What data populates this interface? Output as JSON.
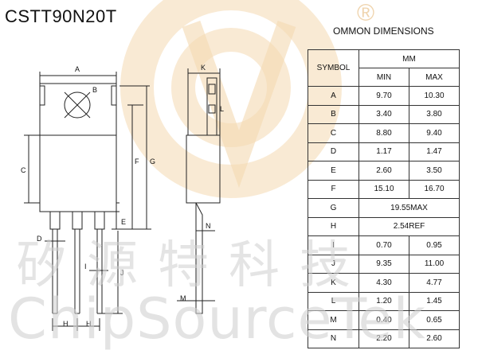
{
  "title": "CSTT90N20T",
  "dimensions_title": "OMMON DIMENSIONS",
  "watermark": {
    "chinese": "矽源特科技",
    "english": "ChipSourceTek",
    "registered": "®"
  },
  "table": {
    "symbol_header": "SYMBOL",
    "unit_header": "MM",
    "min_header": "MIN",
    "max_header": "MAX",
    "rows": [
      {
        "symbol": "A",
        "min": "9.70",
        "max": "10.30"
      },
      {
        "symbol": "B",
        "min": "3.40",
        "max": "3.80"
      },
      {
        "symbol": "C",
        "min": "8.80",
        "max": "9.40"
      },
      {
        "symbol": "D",
        "min": "1.17",
        "max": "1.47"
      },
      {
        "symbol": "E",
        "min": "2.60",
        "max": "3.50"
      },
      {
        "symbol": "F",
        "min": "15.10",
        "max": "16.70"
      },
      {
        "symbol": "G",
        "value": "19.55MAX"
      },
      {
        "symbol": "H",
        "value": "2.54REF"
      },
      {
        "symbol": "I",
        "min": "0.70",
        "max": "0.95"
      },
      {
        "symbol": "J",
        "min": "9.35",
        "max": "11.00"
      },
      {
        "symbol": "K",
        "min": "4.30",
        "max": "4.77"
      },
      {
        "symbol": "L",
        "min": "1.20",
        "max": "1.45"
      },
      {
        "symbol": "M",
        "min": "0.40",
        "max": "0.65"
      },
      {
        "symbol": "N",
        "min": "2.20",
        "max": "2.60"
      }
    ]
  },
  "drawing_labels": {
    "A": "A",
    "B": "B",
    "C": "C",
    "D": "D",
    "E": "E",
    "F": "F",
    "G": "G",
    "H": "H",
    "I": "I",
    "J": "J",
    "K": "K",
    "L": "L",
    "M": "M",
    "N": "N"
  }
}
